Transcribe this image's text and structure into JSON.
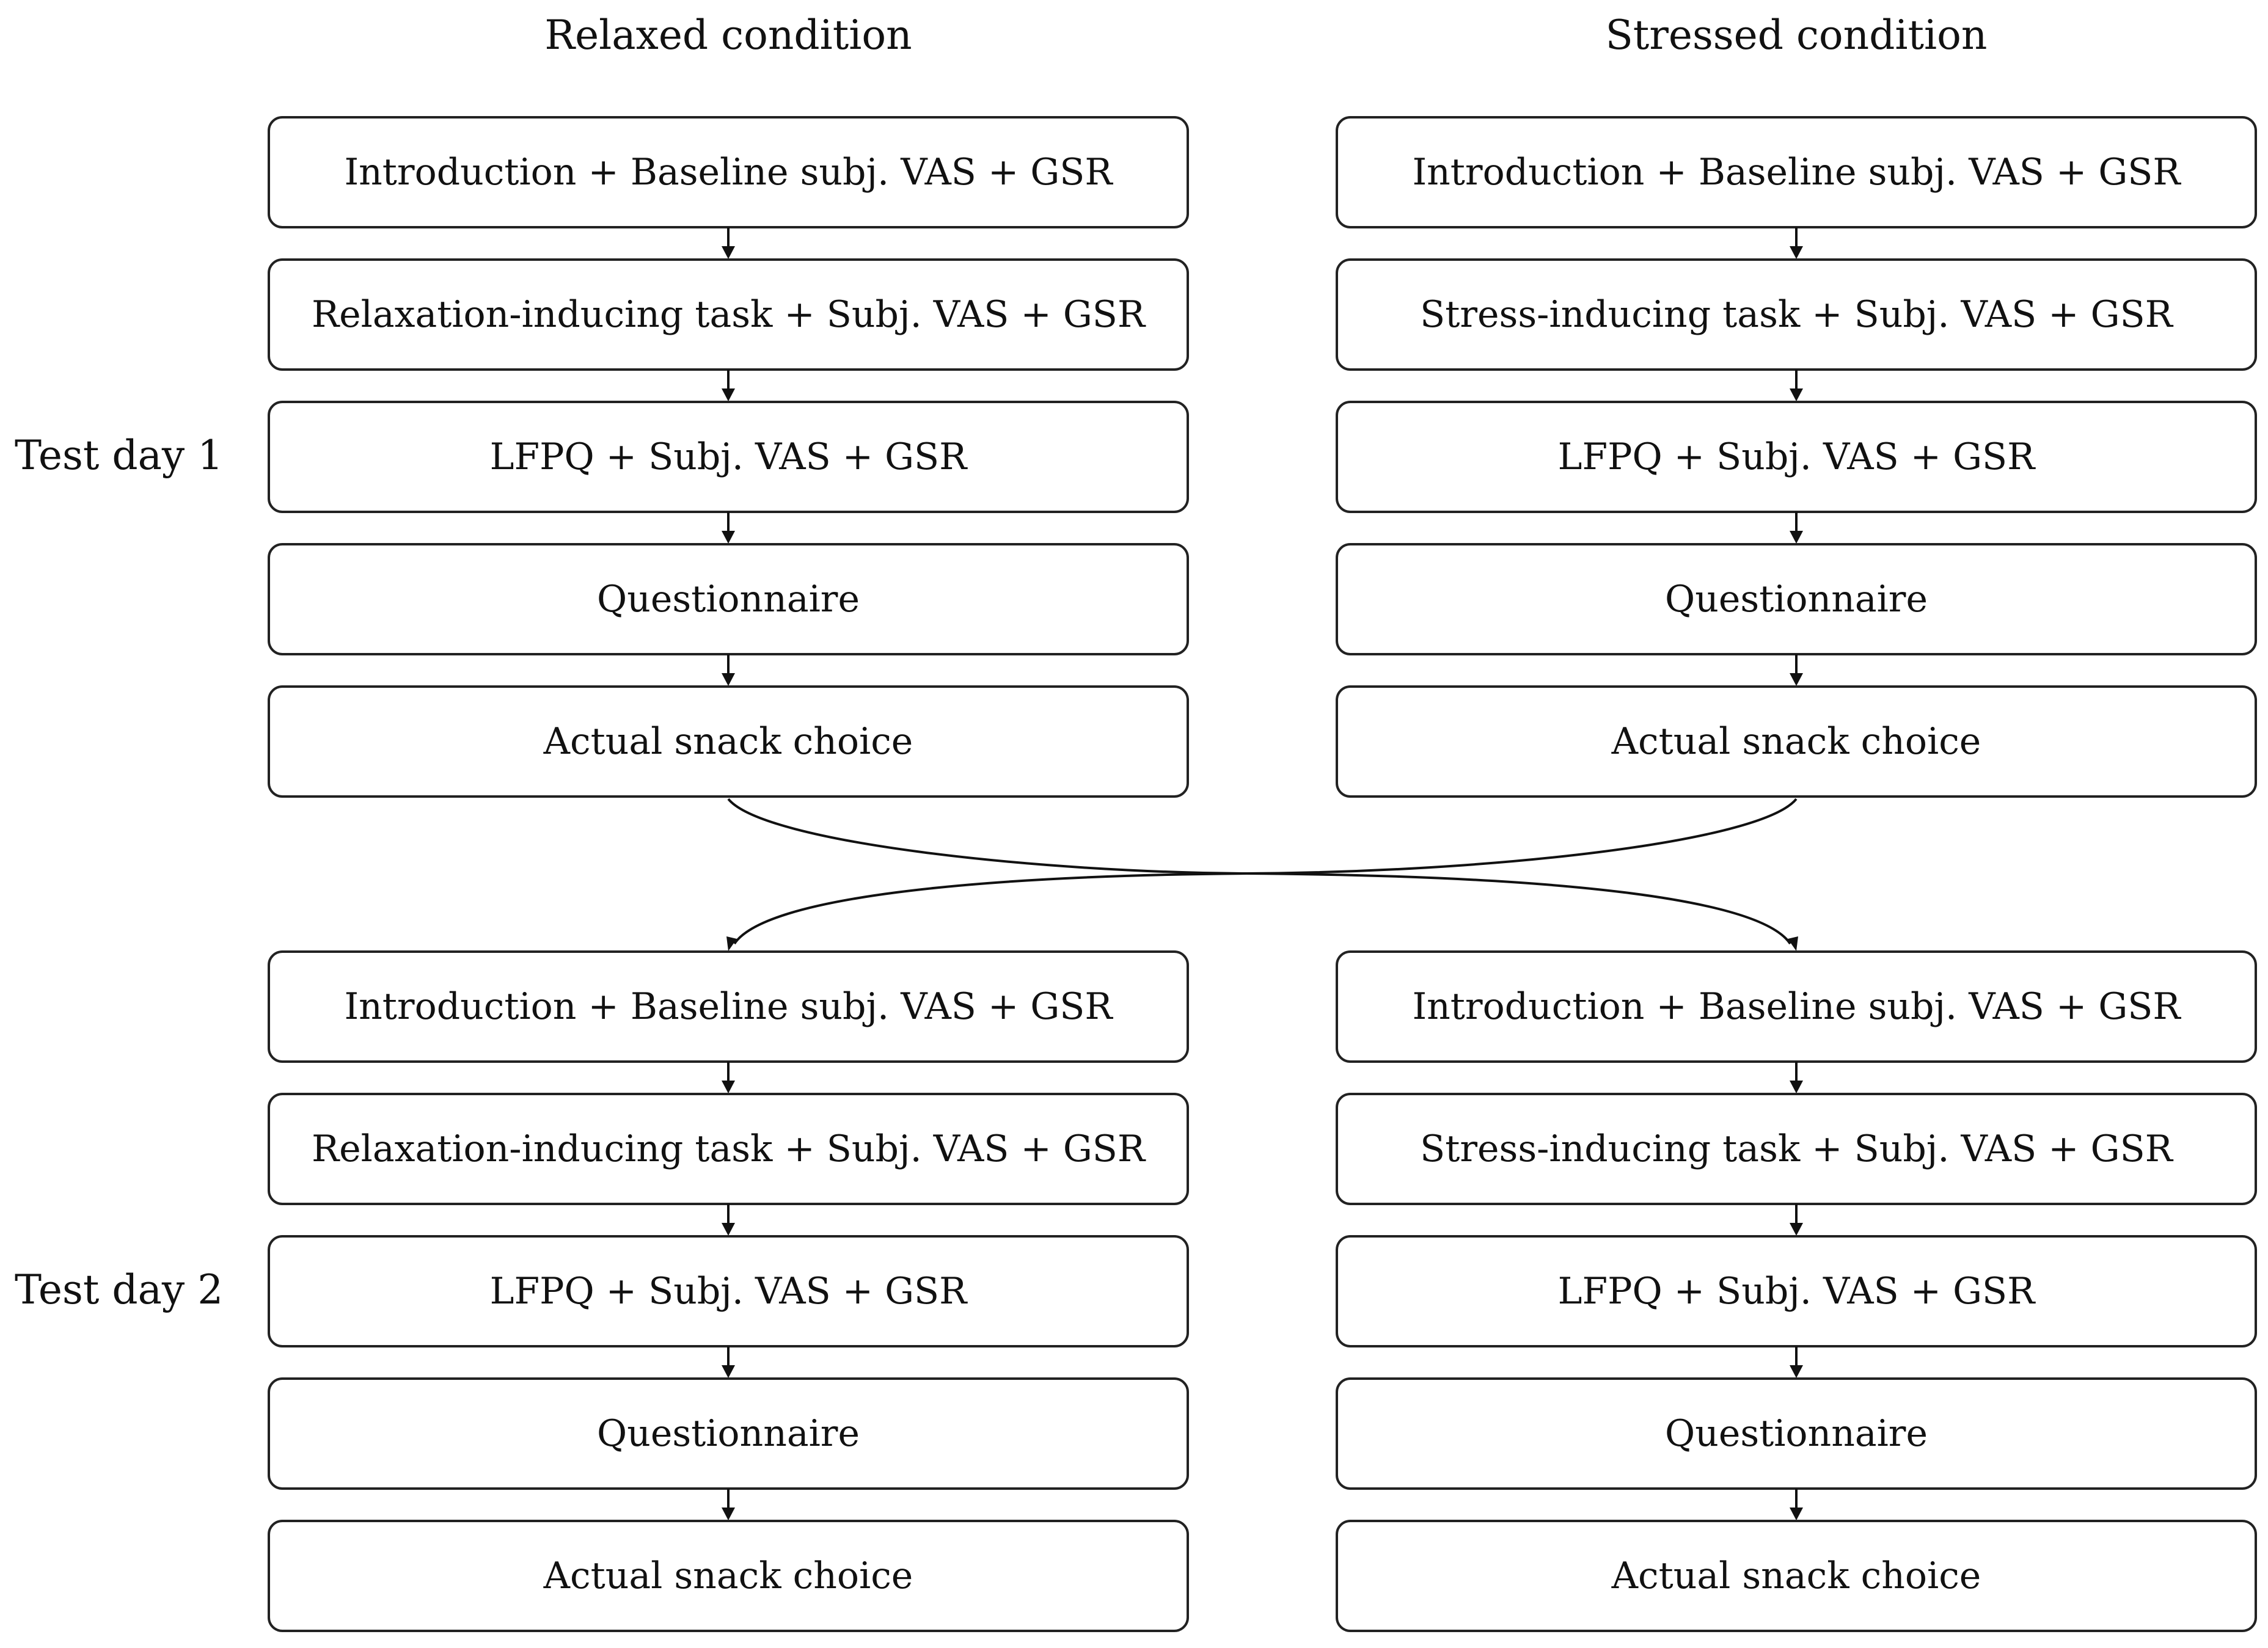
{
  "columns": [
    {
      "title": "Relaxed condition"
    },
    {
      "title": "Stressed condition"
    }
  ],
  "days": [
    {
      "label": "Test day 1",
      "relaxed_steps": [
        "Introduction + Baseline subj. VAS + GSR",
        "Relaxation-inducing task + Subj. VAS + GSR",
        "LFPQ + Subj. VAS + GSR",
        "Questionnaire",
        "Actual snack choice"
      ],
      "stressed_steps": [
        "Introduction + Baseline subj. VAS + GSR",
        "Stress-inducing task + Subj. VAS + GSR",
        "LFPQ + Subj. VAS + GSR",
        "Questionnaire",
        "Actual snack choice"
      ]
    },
    {
      "label": "Test day 2",
      "relaxed_steps": [
        "Introduction + Baseline subj. VAS + GSR",
        "Relaxation-inducing task + Subj. VAS + GSR",
        "LFPQ + Subj. VAS + GSR",
        "Questionnaire",
        "Actual snack choice"
      ],
      "stressed_steps": [
        "Introduction + Baseline subj. VAS + GSR",
        "Stress-inducing task + Subj. VAS + GSR",
        "LFPQ + Subj. VAS + GSR",
        "Questionnaire",
        "Actual snack choice"
      ]
    }
  ],
  "style": {
    "line_color": "#111111",
    "box_border_color": "#222222",
    "background": "#ffffff"
  }
}
